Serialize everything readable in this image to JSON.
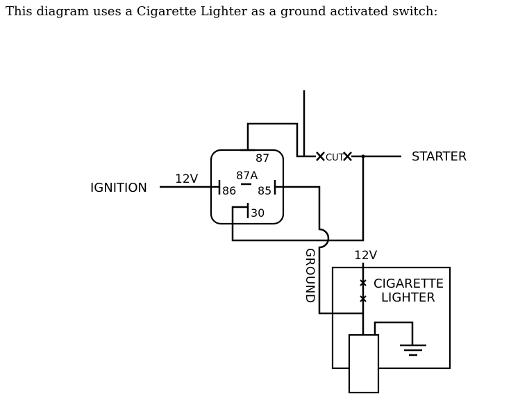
{
  "caption": "This diagram uses a Cigarette Lighter as a ground activated switch:",
  "diagram": {
    "labels": {
      "ignition": "IGNITION",
      "ignition_voltage": "12V",
      "starter": "STARTER",
      "cut": "CUT",
      "pin_87": "87",
      "pin_87a": "87A",
      "pin_86": "86",
      "pin_85": "85",
      "pin_30": "30",
      "ground": "GROUND",
      "lighter_voltage": "12V",
      "lighter_line1": "CIGARETTE",
      "lighter_line2": "LIGHTER"
    }
  }
}
